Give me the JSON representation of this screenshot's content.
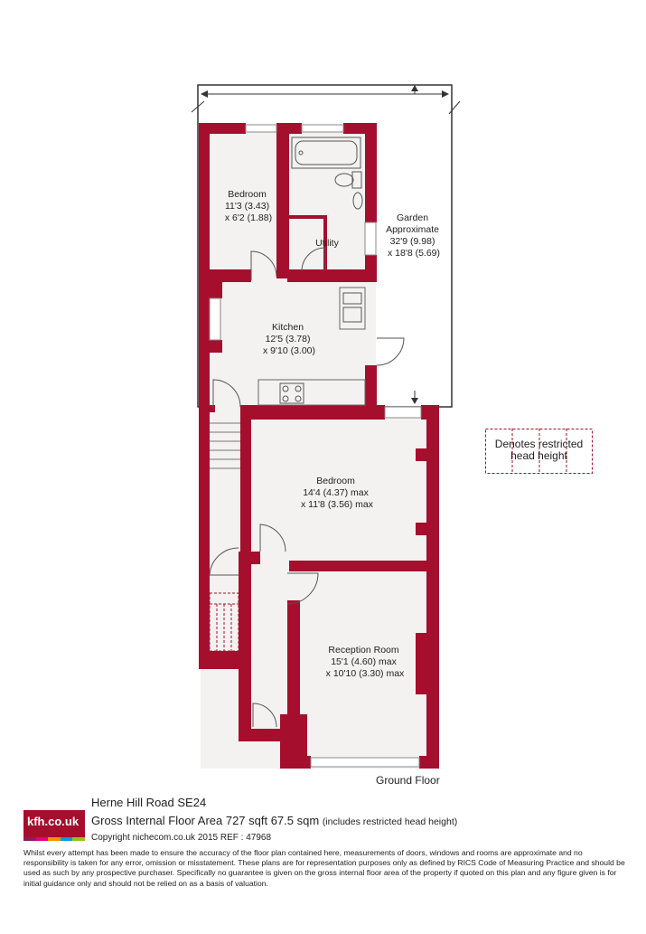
{
  "plan": {
    "colors": {
      "wall": "#a50f2d",
      "floor": "#f3f2f1",
      "line": "#666666"
    },
    "rooms": [
      {
        "id": "bedroom-1",
        "lines": [
          "Bedroom",
          "11'3 (3.43)",
          "x 6'2 (1.88)"
        ]
      },
      {
        "id": "utility",
        "lines": [
          "Utility"
        ]
      },
      {
        "id": "garden",
        "lines": [
          "Garden",
          "Approximate",
          "32'9 (9.98)",
          "x 18'8 (5.69)"
        ]
      },
      {
        "id": "kitchen",
        "lines": [
          "Kitchen",
          "12'5 (3.78)",
          "x 9'10 (3.00)"
        ]
      },
      {
        "id": "bedroom-2",
        "lines": [
          "Bedroom",
          "14'4 (4.37) max",
          "x 11'8 (3.56) max"
        ]
      },
      {
        "id": "reception",
        "lines": [
          "Reception Room",
          "15'1 (4.60) max",
          "x 10'10 (3.30) max"
        ]
      }
    ],
    "floor_label": "Ground Floor"
  },
  "legend": {
    "text": "Denotes restricted head height"
  },
  "footer": {
    "logo_text": "kfh.co.uk",
    "logo_colors": [
      "#8c1d5a",
      "#e3007e",
      "#f39200",
      "#009ee0",
      "#95c11f"
    ],
    "address": "Herne Hill Road  SE24",
    "area_main": "Gross Internal Floor Area 727 sqft 67.5 sqm",
    "area_note": "(includes restricted head height)",
    "copyright": "Copyright nichecom.co.uk 2015 REF : 47968",
    "disclaimer": "Whilst every attempt has been made to ensure the accuracy of the floor plan contained here, measurements of doors, windows and rooms are approximate and no responsibility is taken for any error, omission or misstatement. These plans are for representation purposes only as defined by RICS Code of Measuring Practice and should be used as such by any prospective purchaser. Specifically no guarantee is given on the gross internal floor area of the property if quoted on this plan and any figure given is for initial guidance only and should not be relied on as a basis of valuation."
  }
}
